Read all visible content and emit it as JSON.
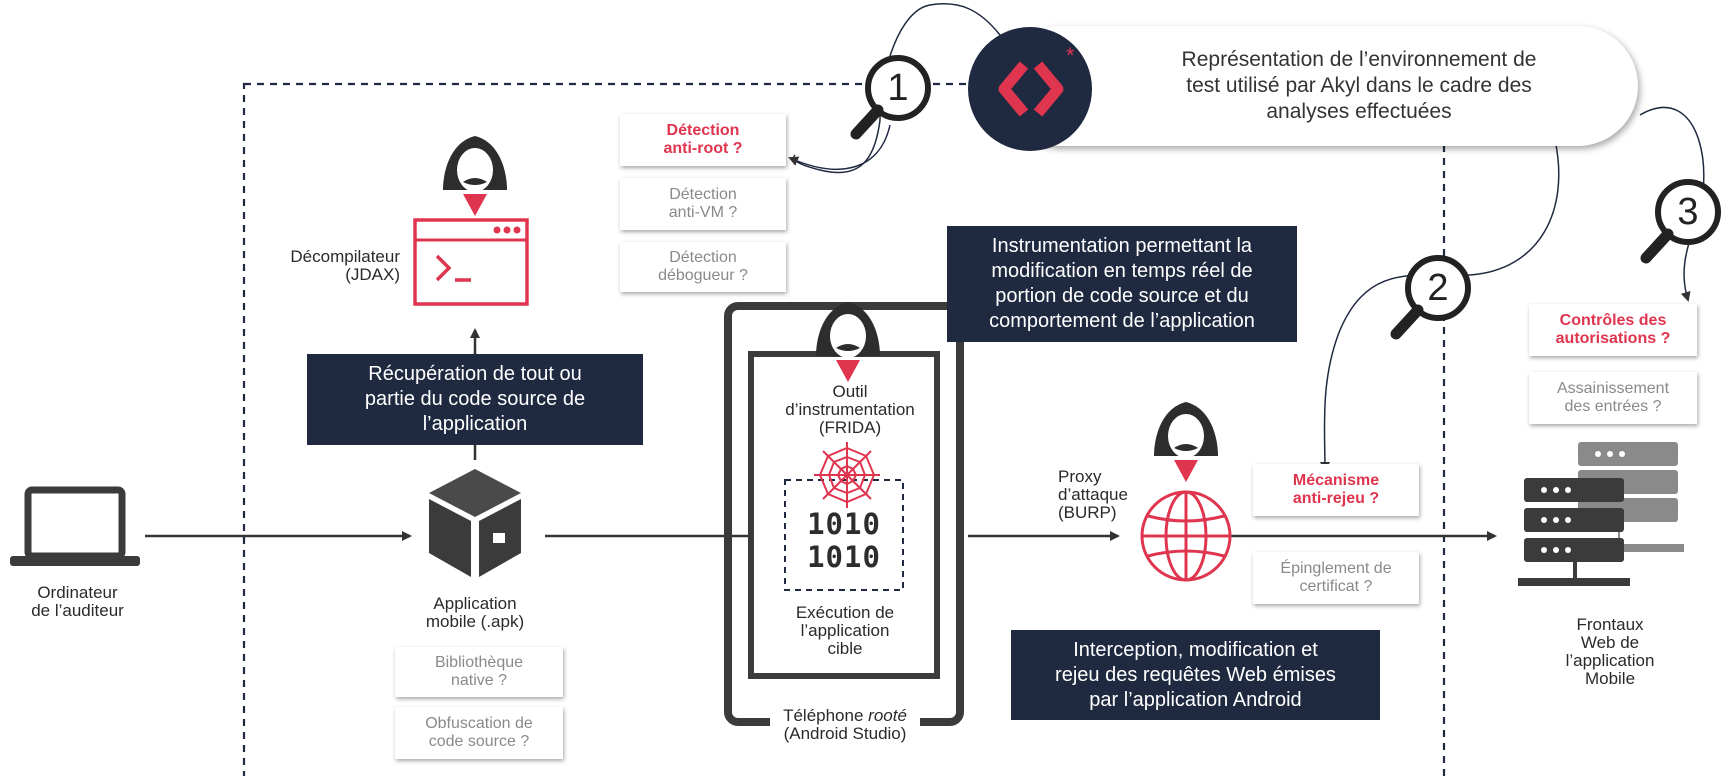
{
  "callout": {
    "text": "Représentation de l’environnement de\ntest utilisé par Akyl dans le cadre des\nanalyses effectuées"
  },
  "steps": [
    "1",
    "2",
    "3"
  ],
  "nodes": {
    "laptop": "Ordinateur\nde l’auditeur",
    "apk": "Application\nmobile (.apk)",
    "decompiler": "Décompilateur\n(JDAX)",
    "frida": "Outil\nd’instrumentation\n(FRIDA)",
    "exec": "Exécution de\nl’application\ncible",
    "binary": "1010\n1010",
    "phone_prefix": "Téléphone ",
    "phone_italic": "rooté",
    "phone_suffix": "(Android Studio)",
    "proxy": "Proxy\nd’attaque\n(BURP)",
    "frontend": "Frontaux\nWeb de\nl’application\nMobile"
  },
  "dark_boxes": {
    "recovery": "Récupération de tout ou\npartie du code source de\nl’application",
    "instrumentation": "Instrumentation permettant la\nmodification en temps réel de\nportion de code source et du\ncomportement de l’application",
    "interception": "Interception, modification et\nrejeu des requêtes Web émises\npar l’application Android"
  },
  "questions": {
    "anti_root": "Détection\nanti-root ?",
    "anti_vm": "Détection\nanti-VM ?",
    "debugger": "Détection\ndébogueur ?",
    "native_lib": "Bibliothèque\nnative ?",
    "obfuscation": "Obfuscation de\ncode source ?",
    "anti_replay": "Mécanisme\nanti-rejeu ?",
    "pinning": "Épinglement de\ncertificat ?",
    "authz": "Contrôles des\nautorisations ?",
    "sanitize": "Assainissement\ndes entrées ?"
  },
  "colors": {
    "navy": "#1f2940",
    "accent": "#e0354f",
    "dark_icon": "#3b3b3b",
    "muted_text": "#8a8a8a"
  },
  "icons": [
    "laptop-icon",
    "package-icon",
    "terminal-window-icon",
    "hacker-icon",
    "spider-web-icon",
    "globe-icon",
    "server-stack-icon",
    "magnifier-icon",
    "code-brackets-logo-icon"
  ]
}
